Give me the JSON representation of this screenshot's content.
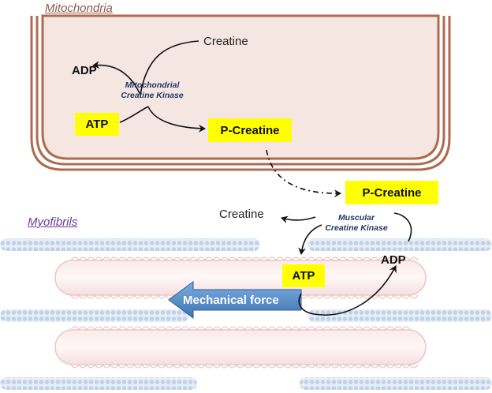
{
  "titles": {
    "mitochondria": "Mitochondria",
    "myofibrils": "Myofibrils"
  },
  "mito": {
    "creatine": "Creatine",
    "adp": "ADP",
    "atp": "ATP",
    "enzyme_line1": "Mitochondrial",
    "enzyme_line2": "Creatine Kinase",
    "pcreatine": "P-Creatine"
  },
  "muscle": {
    "pcreatine": "P-Creatine",
    "creatine": "Creatine",
    "enzyme_line1": "Muscular",
    "enzyme_line2": "Creatine Kinase",
    "atp": "ATP",
    "adp": "ADP",
    "force": "Mechanical force"
  },
  "colors": {
    "highlight": "#ffff00",
    "membrane": "#b06a50",
    "matrix": "#f5e6e2",
    "force_arrow": "#4f86c6",
    "enzyme_text": "#1f3864"
  }
}
